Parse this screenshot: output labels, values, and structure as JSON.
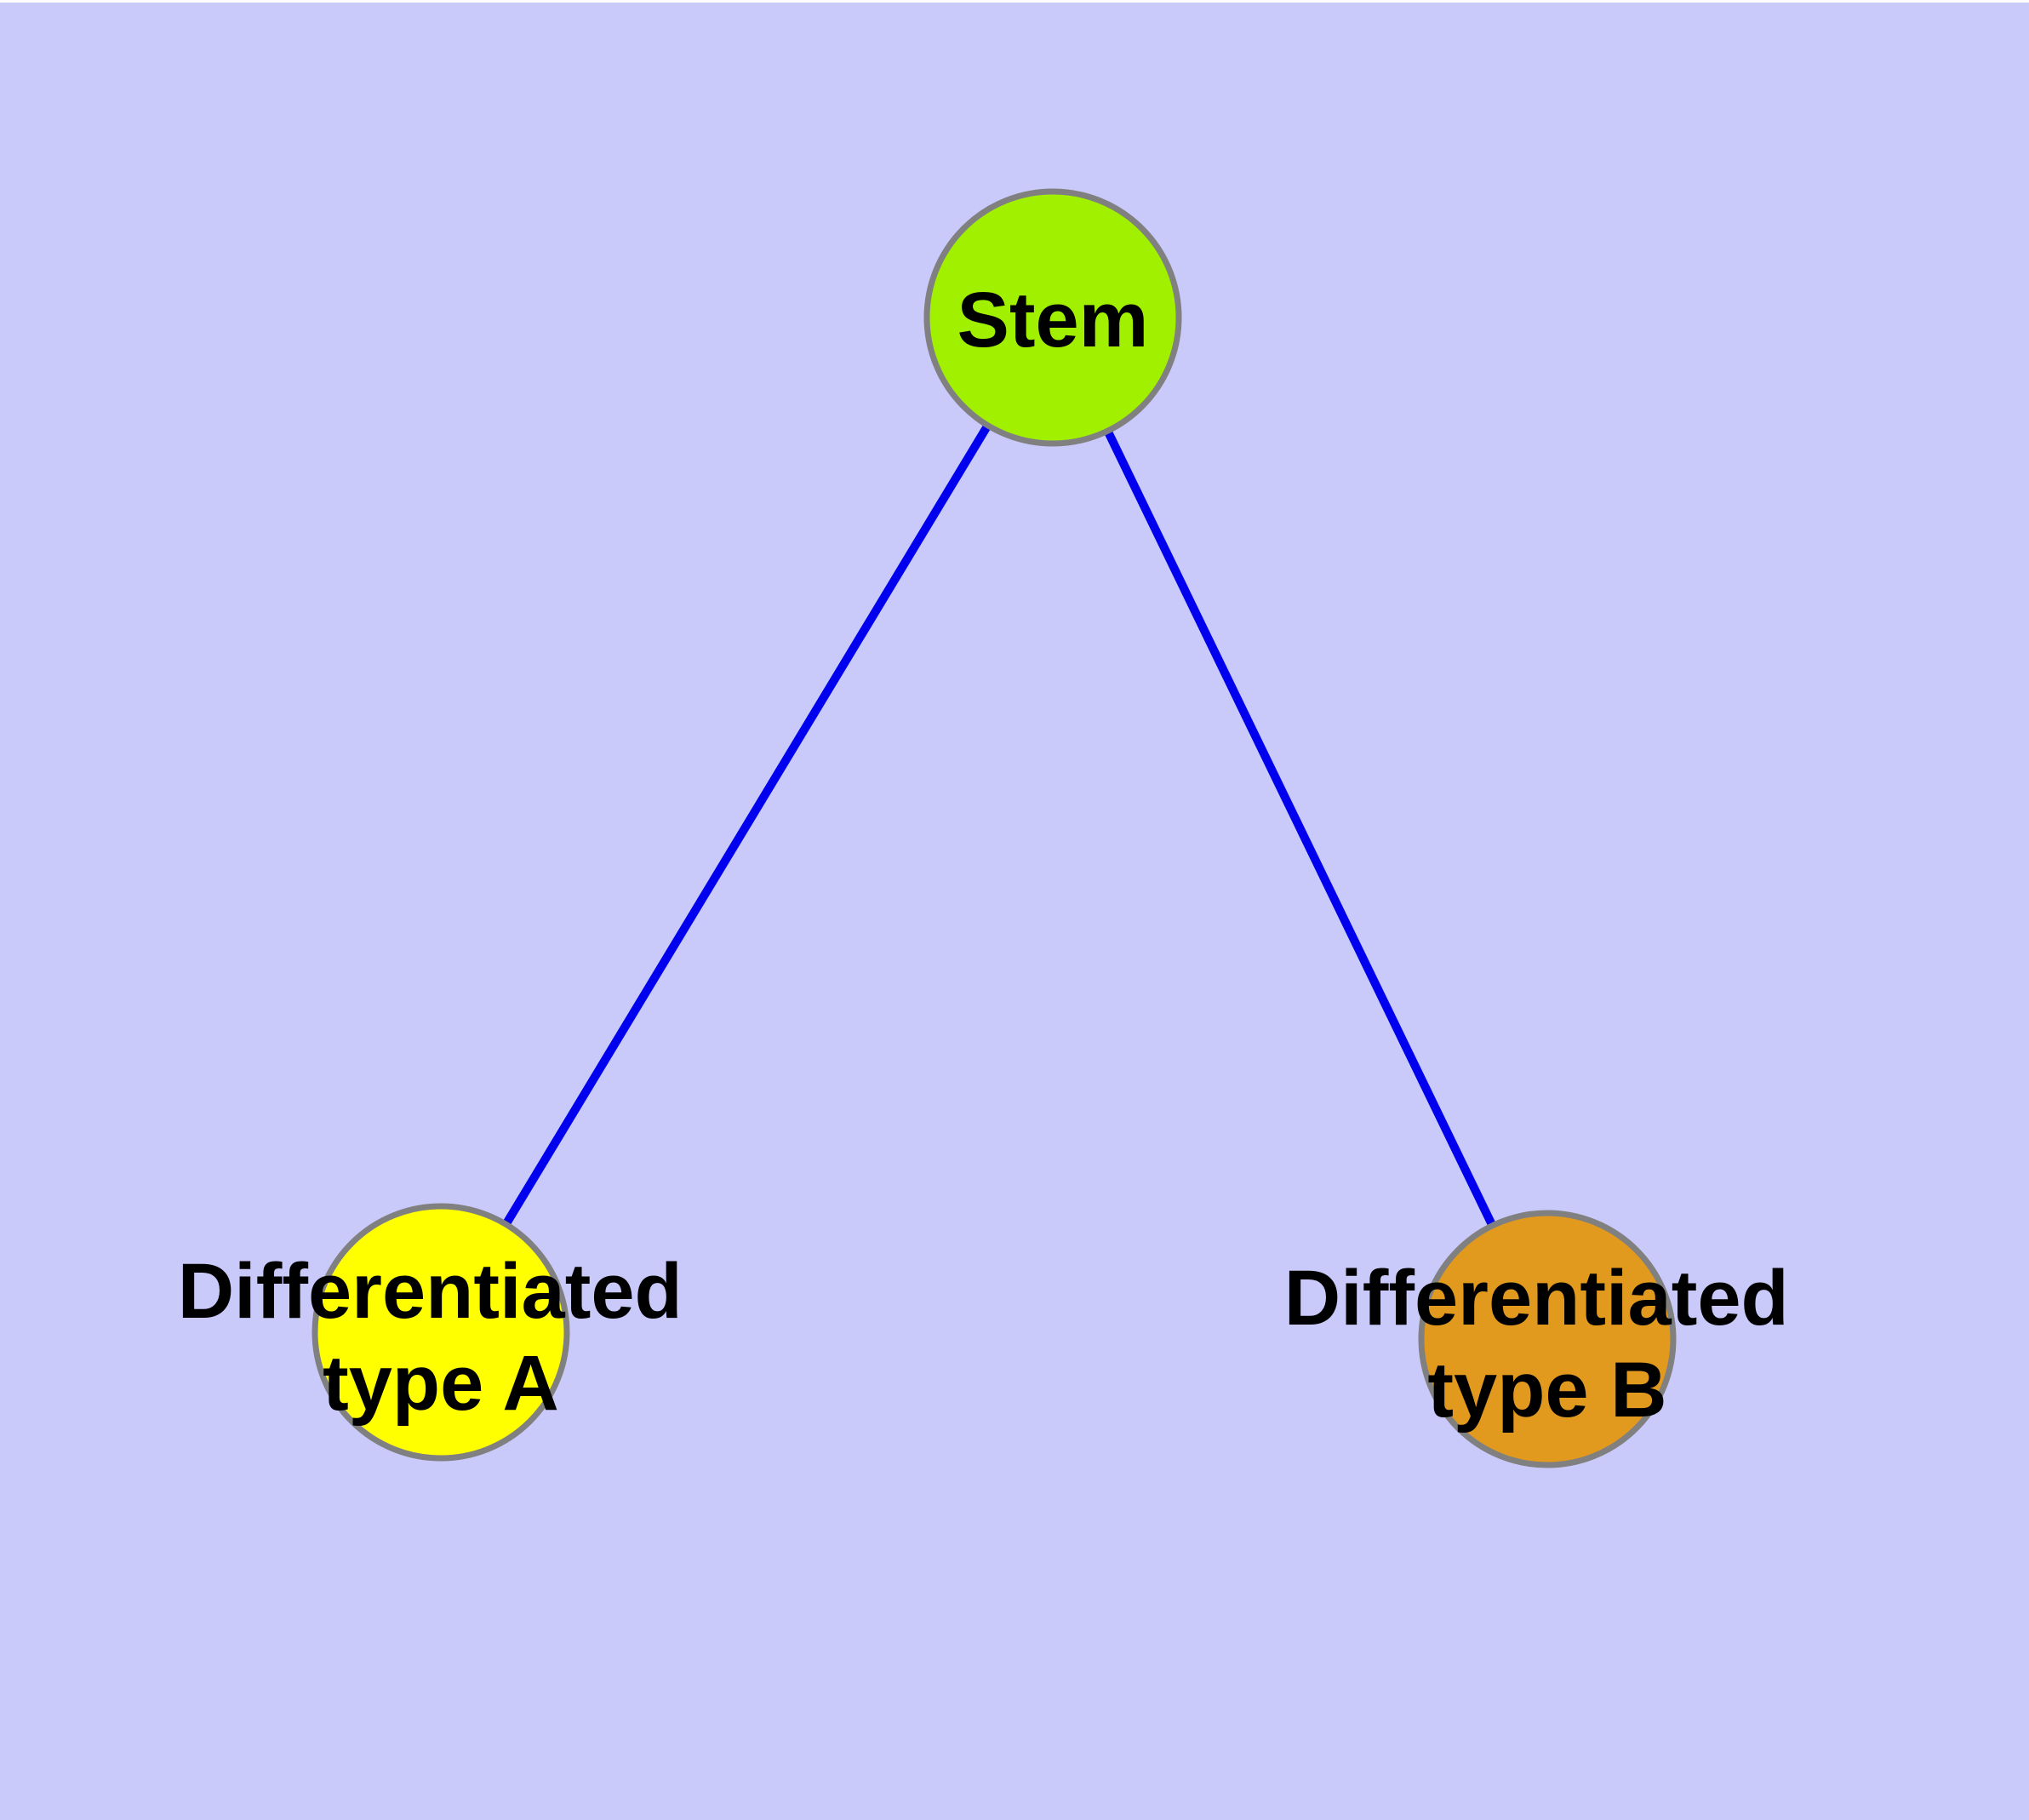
{
  "diagram": {
    "type": "node-link-graph",
    "description": "Stem cell differentiation diagram: a Stem node connected to two differentiated cell type nodes",
    "background_color": "#C9C9FA",
    "edge_color": "#0000EE",
    "edge_width": "10",
    "node_border_color": "#808080",
    "node_border_width": "7",
    "label_color": "#000000",
    "nodes": [
      {
        "id": "stem",
        "shape": "circle",
        "fill": "#A0F000",
        "label": "Stem",
        "label_lines": [
          "Stem"
        ]
      },
      {
        "id": "differentiated-type-a",
        "shape": "circle",
        "fill": "#FFFF00",
        "label": "Differentiated type A",
        "label_lines": [
          "Differentiated",
          "type A"
        ]
      },
      {
        "id": "differentiated-type-b",
        "shape": "circle",
        "fill": "#E1991E",
        "label": "Differentiated type B",
        "label_lines": [
          "Differentiated",
          "type B"
        ]
      }
    ],
    "edges": [
      {
        "from": "Stem",
        "to": "Differentiated type A"
      },
      {
        "from": "Stem",
        "to": "Differentiated type B"
      }
    ],
    "top_hairline_color": "#FFFFFF"
  }
}
